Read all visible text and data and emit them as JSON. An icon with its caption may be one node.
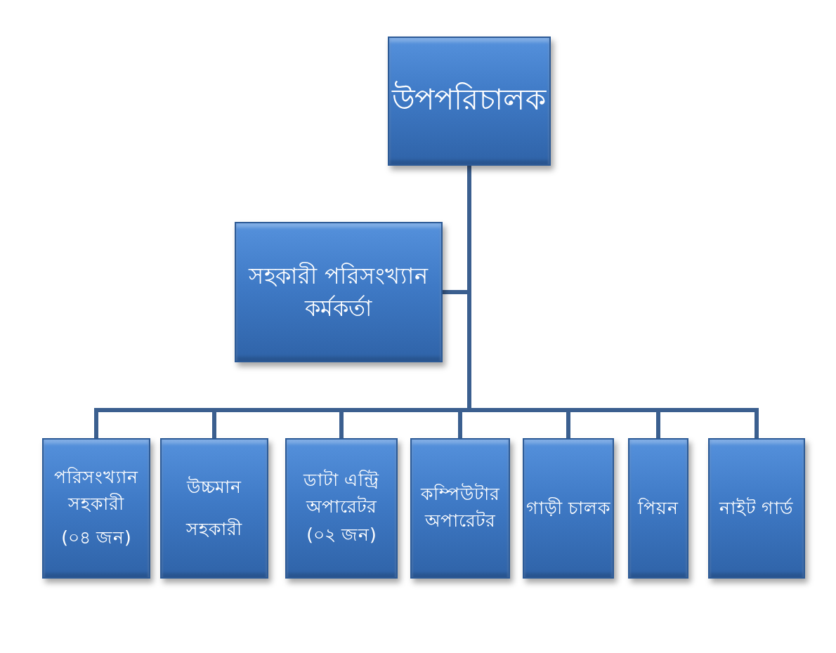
{
  "diagram": {
    "nodes": [
      {
        "text": [
          "উপপরিচালক"
        ]
      },
      {
        "text": [
          "সহকারী পরিসংখ্যান কর্মকর্তা"
        ]
      },
      {
        "text": [
          "পরিসংখ্যান সহকারী",
          "(০৪ জন)"
        ]
      },
      {
        "text": [
          "উচ্চমান সহকারী"
        ]
      },
      {
        "text": [
          "ডাটা এন্ট্রি অপারেটর",
          "(০২ জন)"
        ]
      },
      {
        "text": [
          "কম্পিউটার অপারেটর"
        ]
      },
      {
        "text": [
          "গাড়ী চালক"
        ]
      },
      {
        "text": [
          "পিয়ন"
        ]
      },
      {
        "text": [
          "নাইট গার্ড"
        ]
      }
    ],
    "edges": [
      {
        "from": 0,
        "to": 1,
        "arrow": "none"
      },
      {
        "from": 0,
        "to": 2,
        "arrow": "none"
      },
      {
        "from": 0,
        "to": 3,
        "arrow": "none"
      },
      {
        "from": 0,
        "to": 4,
        "arrow": "none"
      },
      {
        "from": 0,
        "to": 5,
        "arrow": "none"
      },
      {
        "from": 0,
        "to": 6,
        "arrow": "none"
      },
      {
        "from": 0,
        "to": 7,
        "arrow": "none"
      },
      {
        "from": 0,
        "to": 8,
        "arrow": "none"
      }
    ]
  }
}
